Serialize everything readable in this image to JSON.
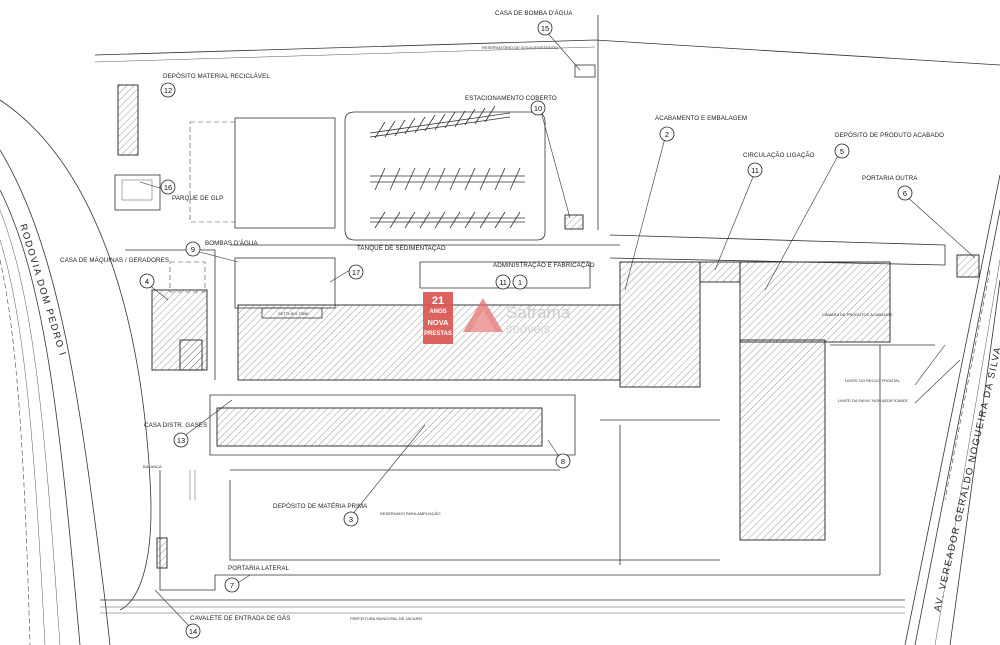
{
  "labels": {
    "casa_bomba": "CASA DE BOMBA D'ÁGUA",
    "reservatorio": "RESERVATÓRIO DE ÁGUA (EXISTENTE)",
    "deposito_reciclavel": "DEPÓSITO MATERIAL RECICLÁVEL",
    "estacionamento": "ESTACIONAMENTO COBERTO",
    "acabamento": "ACABAMENTO E EMBALAGEM",
    "circulacao": "CIRCULAÇÃO LIGAÇÃO",
    "deposito_produto": "DEPÓSITO DE PRODUTO ACABADO",
    "portaria_outra": "PORTARIA OUTRA",
    "parque_glp": "PARQUE DE GLP",
    "bombas_agua": "BOMBAS D'ÁGUA",
    "tanque": "TANQUE DE SEDIMENTAÇÃO",
    "casa_maquinas": "CASA DE MÁQUINAS / GERADORES",
    "administracao": "ADMINISTRAÇÃO E FABRICAÇÃO",
    "casa_gases": "CASA DISTR. GASES",
    "balanca": "BALANÇA",
    "deposito_materia": "DEPÓSITO DE MATÉRIA PRIMA",
    "reservado": "RESERVADO PARA AMPLIAÇÃO",
    "portaria_lateral": "PORTARIA LATERAL",
    "cavalete": "CAVALETE DE ENTRADA DE GÁS",
    "prefeitura": "PREFEITURA MUNICIPAL DE JACAREÍ",
    "limite_recuo": "LIMITE DO RECUO FRONTAL",
    "limite_faixa": "LIMITE DA FAIXA \"NON AEDIFICANDI\"",
    "camara_produtos": "CÂMARA DE PRODUTOS ACABADOS",
    "settling_tank": "SETTLING TANK",
    "road": "AV. VEREADOR GERALDO NOGUEIRA DA SILVA",
    "road_left": "RODOVIA DOM PEDRO I"
  },
  "numbers": {
    "n1": "1",
    "n2": "2",
    "n3": "3",
    "n4": "4",
    "n5": "5",
    "n6": "6",
    "n7": "7",
    "n8": "8",
    "n9": "9",
    "n10": "10",
    "n11": "11",
    "n11b": "11",
    "n12": "12",
    "n13": "13",
    "n14": "14",
    "n15": "15",
    "n16": "16",
    "n17": "17"
  },
  "watermark": {
    "brand": "Saframa",
    "sub": "imóveis",
    "badge_top": "ANOS",
    "badge_mid": "NOVA",
    "badge_bot": "PRESTAS",
    "badge_num": "21"
  },
  "colors": {
    "line": "#333333",
    "watermark_red": "#d32f2f",
    "hatch": "#555555"
  }
}
